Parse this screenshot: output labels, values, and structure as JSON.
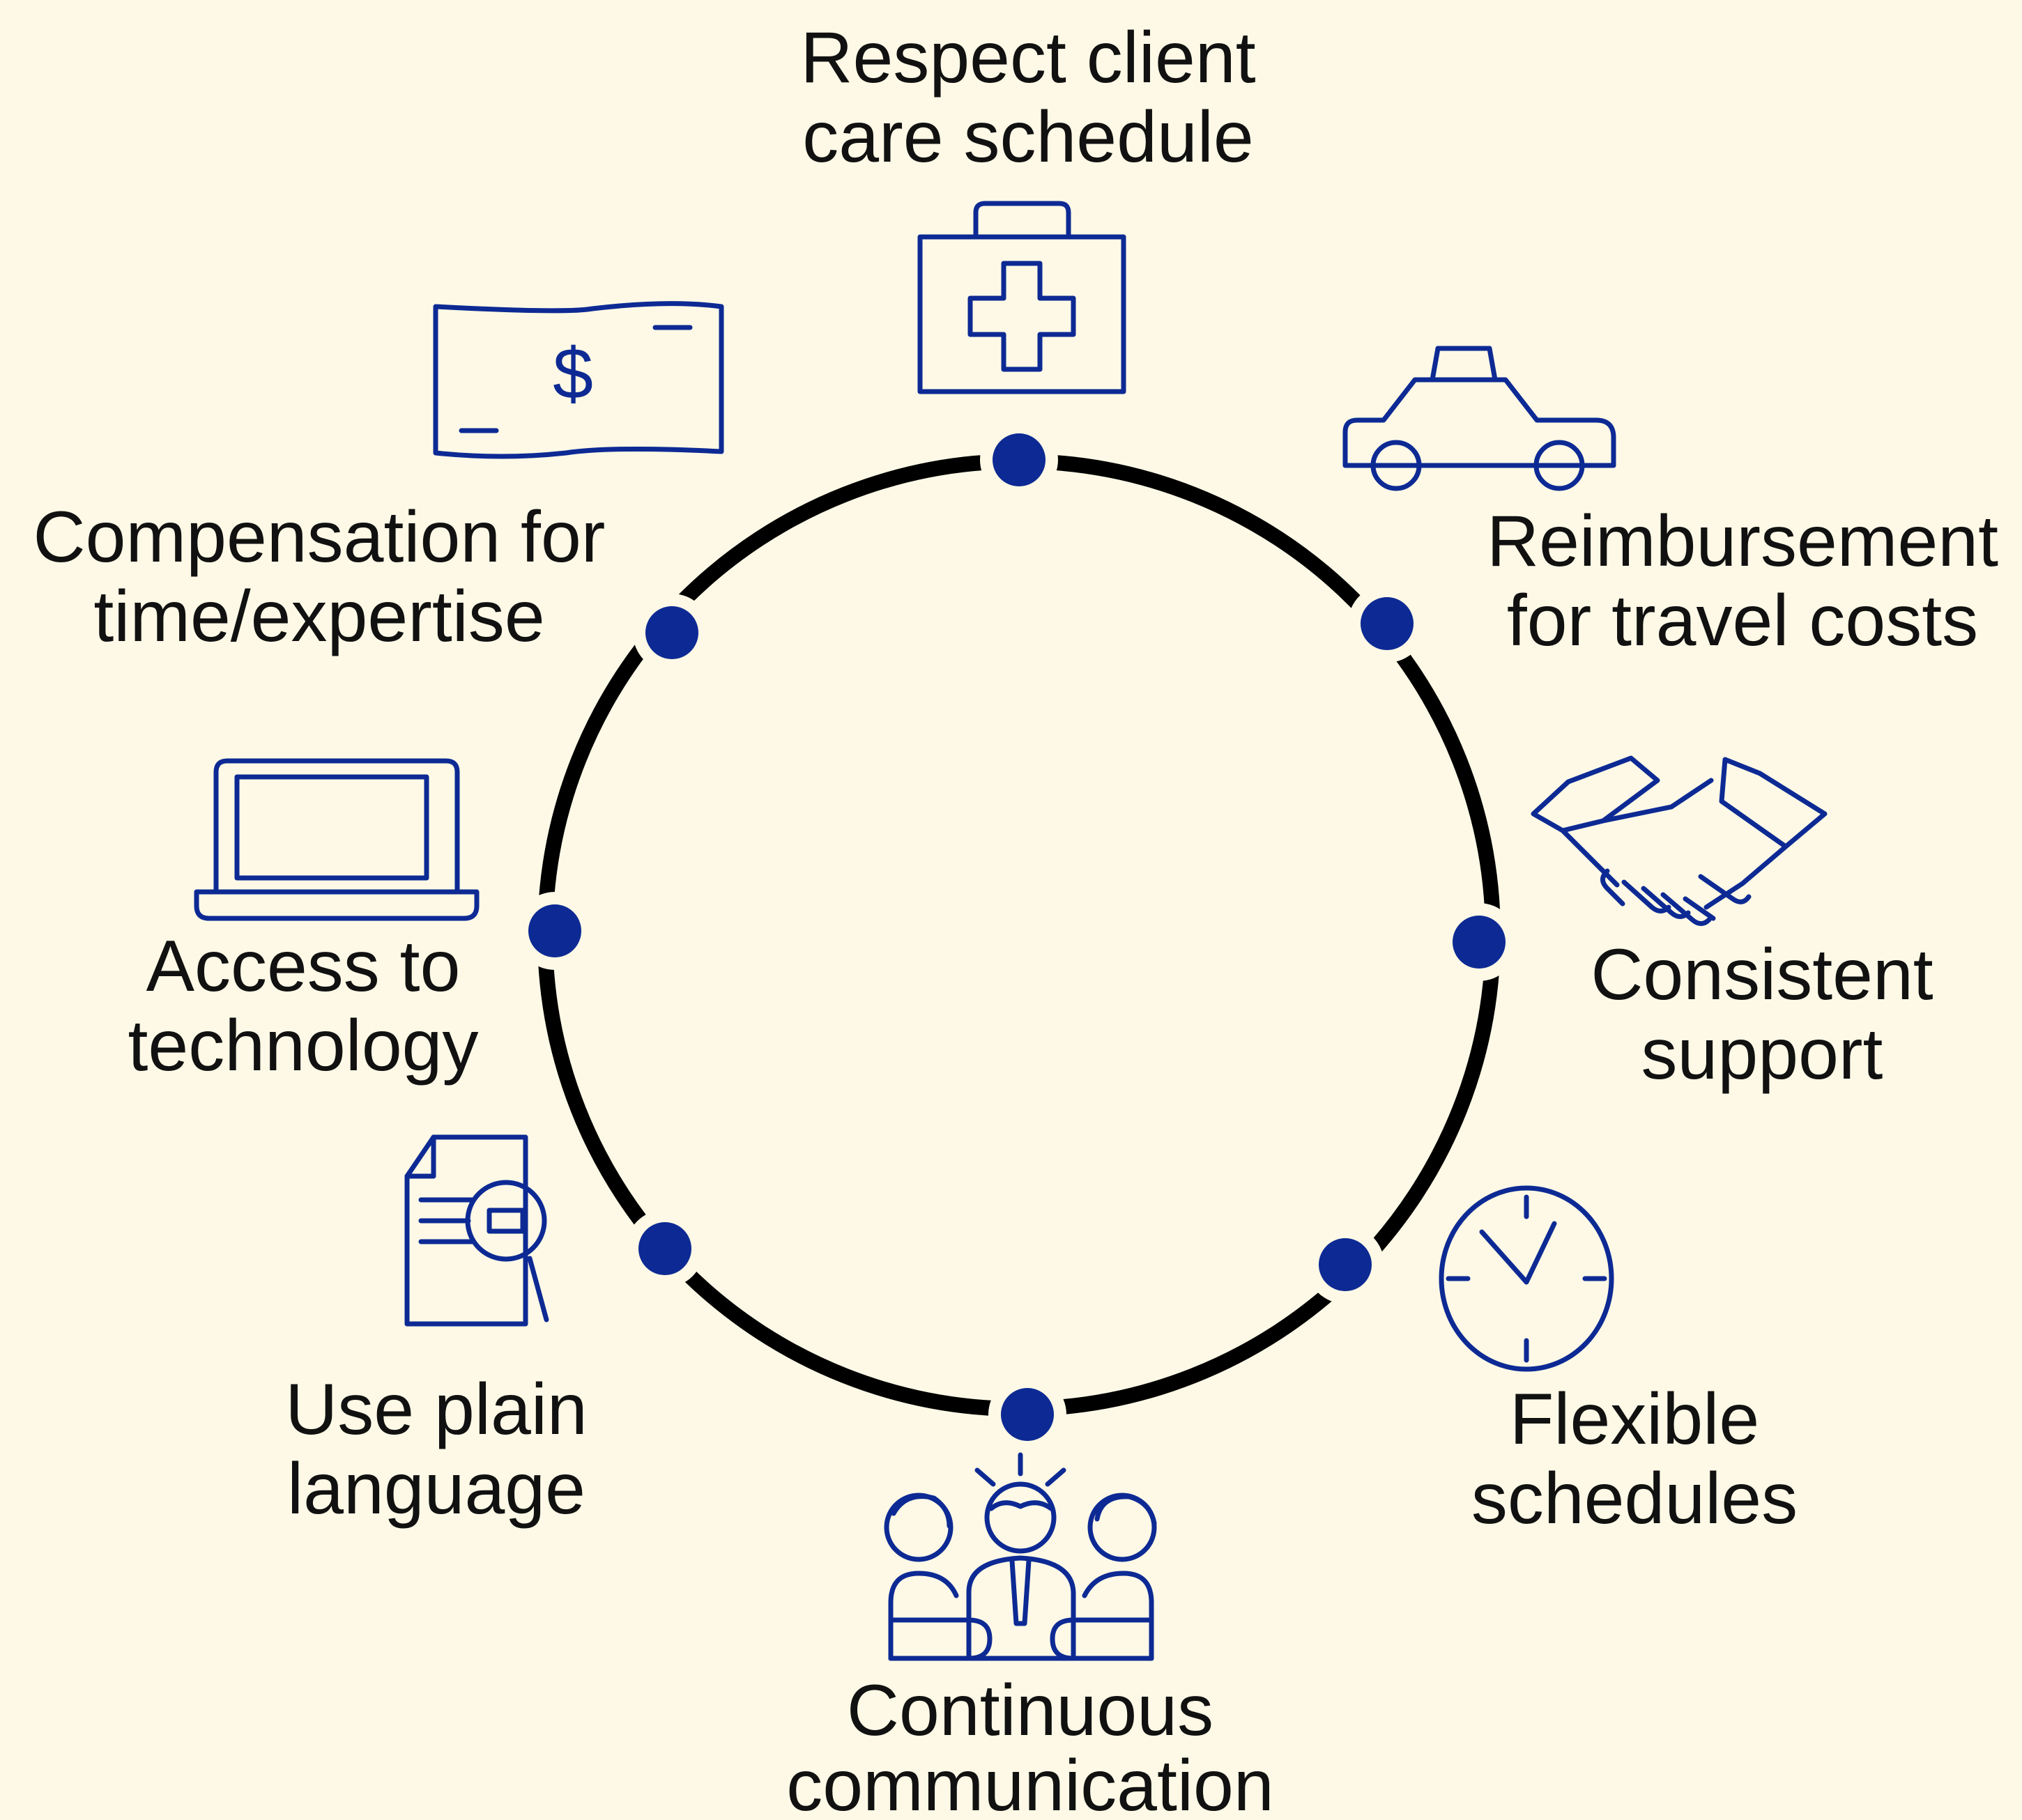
{
  "colors": {
    "background": "#fdf9e6",
    "ring": "#000000",
    "accent": "#0d2a94",
    "text": "#111111"
  },
  "nodes": [
    {
      "id": "care",
      "icon": "first-aid-kit-icon",
      "label_lines": [
        "Respect client",
        "care schedule"
      ]
    },
    {
      "id": "travel",
      "icon": "car-icon",
      "label_lines": [
        "Reimbursement",
        "for travel costs"
      ]
    },
    {
      "id": "support",
      "icon": "handshake-icon",
      "label_lines": [
        "Consistent",
        "support"
      ]
    },
    {
      "id": "flexible",
      "icon": "clock-icon",
      "label_lines": [
        "Flexible",
        "schedules"
      ]
    },
    {
      "id": "communication",
      "icon": "meeting-people-icon",
      "label_lines": [
        "Continuous",
        "communication"
      ]
    },
    {
      "id": "plain-language",
      "icon": "document-magnifier-icon",
      "label_lines": [
        "Use plain",
        "language"
      ]
    },
    {
      "id": "technology",
      "icon": "laptop-icon",
      "label_lines": [
        "Access to",
        "technology"
      ]
    },
    {
      "id": "compensation",
      "icon": "dollar-bill-icon",
      "label_lines": [
        "Compensation for",
        "time/expertise"
      ]
    }
  ]
}
